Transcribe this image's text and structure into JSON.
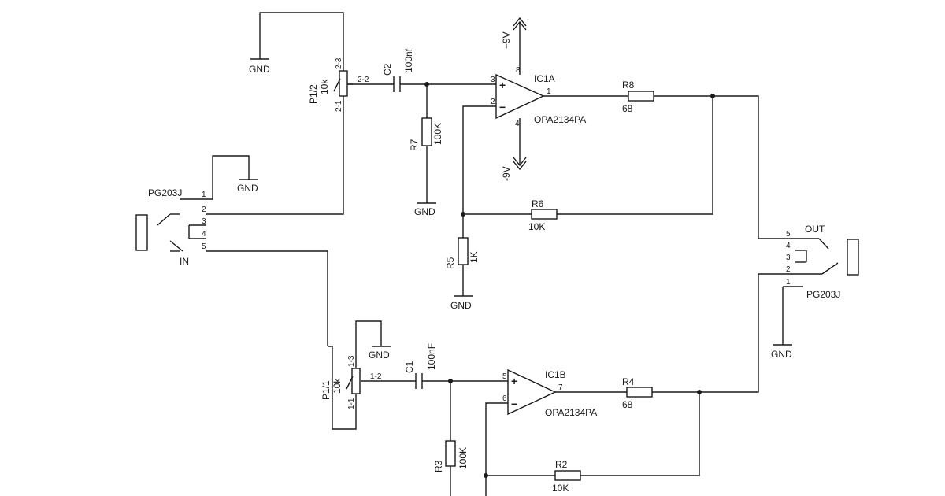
{
  "labels": {
    "gnd": "GND",
    "in": "IN",
    "out": "OUT",
    "jack_in": "PG203J",
    "jack_out": "PG203J",
    "p1_2": "P1/2",
    "p1_2_value": "10k",
    "p1_1": "P1/1",
    "p1_1_value": "10k",
    "c2": "C2",
    "c2_value": "100nf",
    "c1": "C1",
    "c1_value": "100nF",
    "r7": "R7",
    "r7_value": "100K",
    "r3": "R3",
    "r3_value": "100K",
    "r5": "R5",
    "r5_value": "1K",
    "r6": "R6",
    "r6_value": "10K",
    "r2": "R2",
    "r2_value": "10K",
    "r8": "R8",
    "r8_value": "68",
    "r4": "R4",
    "r4_value": "68",
    "ic1a": "IC1A",
    "ic1a_part": "OPA2134PA",
    "ic1b": "IC1B",
    "ic1b_part": "OPA2134PA",
    "vpos": "+9V",
    "vneg": "-9V",
    "plus": "+",
    "minus": "−"
  },
  "pins": {
    "p1_2_a": "2-3",
    "p1_2_w": "2-2",
    "p1_2_b": "2-1",
    "p1_1_a": "1-3",
    "p1_1_w": "1-2",
    "p1_1_b": "1-1",
    "ic1a_in_plus": "3",
    "ic1a_in_minus": "2",
    "ic1a_out": "1",
    "ic1a_vpos": "8",
    "ic1a_vneg": "4",
    "ic1b_in_plus": "5",
    "ic1b_in_minus": "6",
    "ic1b_out": "7",
    "jack_1": "1",
    "jack_2": "2",
    "jack_3": "3",
    "jack_4": "4",
    "jack_5": "5"
  }
}
